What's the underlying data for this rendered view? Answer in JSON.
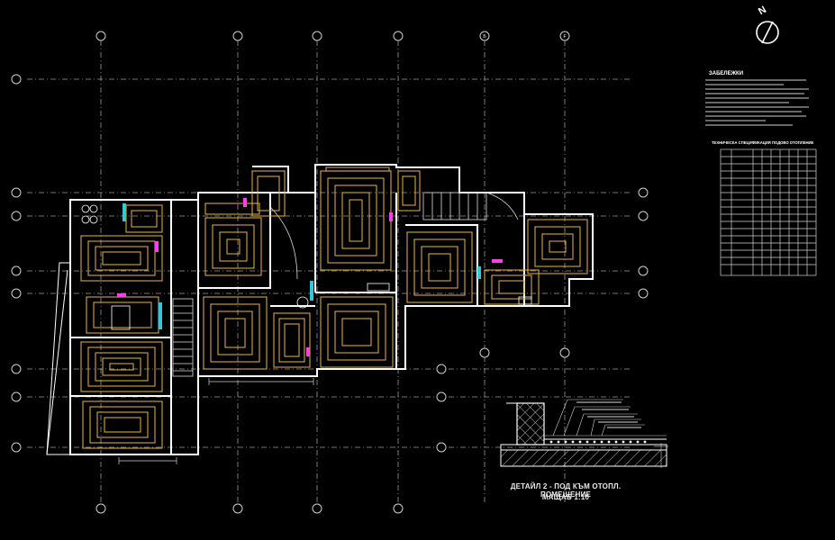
{
  "compass": {
    "label": "N",
    "icon": "north-arrow-icon"
  },
  "grid": {
    "columns": [
      "",
      "",
      "",
      "",
      "",
      "",
      "Б",
      "F"
    ],
    "rows": [
      "",
      "",
      "",
      "",
      "",
      "",
      "",
      ""
    ]
  },
  "notes": {
    "title": "ЗАБЕЛЕЖКИ"
  },
  "table": {
    "title": "ТЕХНИЧЕСКА СПЕЦИФИКАЦИЯ ПОДОВО ОТОПЛЕНИЕ"
  },
  "detail": {
    "caption_line1": "ДЕТАЙЛ 2 - ПОД КЪМ ОТОПЛ. ПОМЕЩЕНИЕ",
    "caption_line2": "МАЩАБ 1:10"
  },
  "colors": {
    "background": "#000000",
    "heating_loops": "#d7a733",
    "walls": "#ffffff",
    "grid": "#9a9a9a",
    "manifold": "#ff3cf0",
    "pipe_accent": "#37c6d8"
  }
}
